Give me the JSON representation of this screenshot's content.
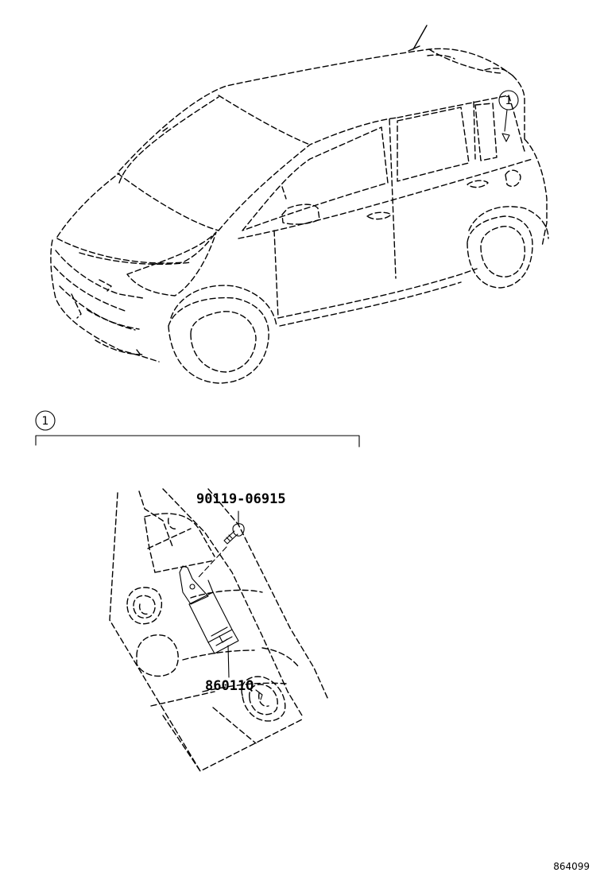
{
  "callouts": {
    "vehicle_marker": "1",
    "detail_marker": "1"
  },
  "parts": {
    "bolt_part_number": "90119-06915",
    "relay_part_number": "86011Q"
  },
  "illustration_id": "864099"
}
